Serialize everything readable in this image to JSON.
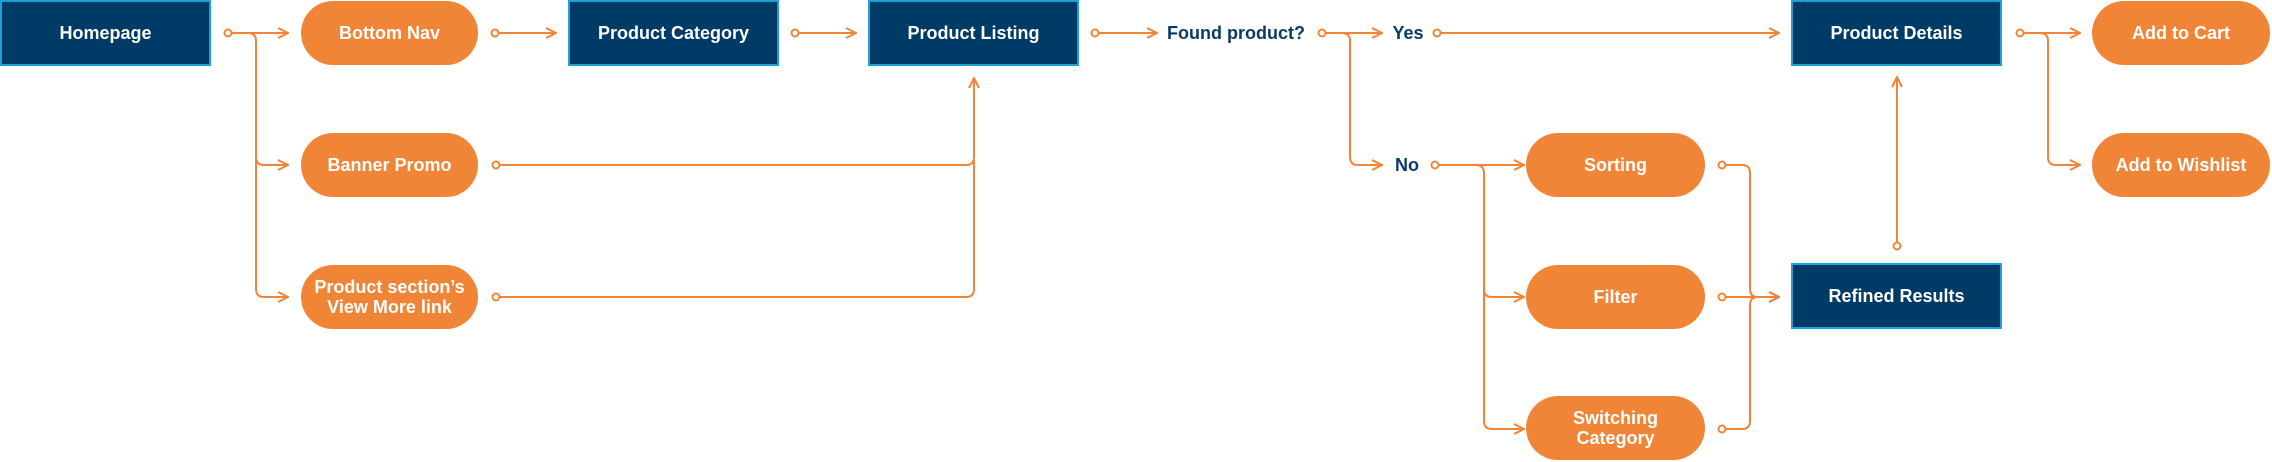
{
  "colors": {
    "rect_fill": "#003a66",
    "rect_border": "#1fa0d8",
    "pill_fill": "#f08538",
    "connector": "#f08538",
    "label": "#0a3b66"
  },
  "nodes": {
    "homepage": "Homepage",
    "bottom_nav": "Bottom Nav",
    "product_category": "Product Category",
    "product_listing": "Product Listing",
    "banner_promo": "Banner Promo",
    "view_more_line1": "Product section’s",
    "view_more_line2": "View More link",
    "found_product": "Found product?",
    "yes": "Yes",
    "no": "No",
    "product_details": "Product Details",
    "add_to_cart": "Add to Cart",
    "add_to_wishlist": "Add to Wishlist",
    "sorting": "Sorting",
    "filter": "Filter",
    "switching_line1": "Switching",
    "switching_line2": "Category",
    "refined_results": "Refined Results"
  }
}
